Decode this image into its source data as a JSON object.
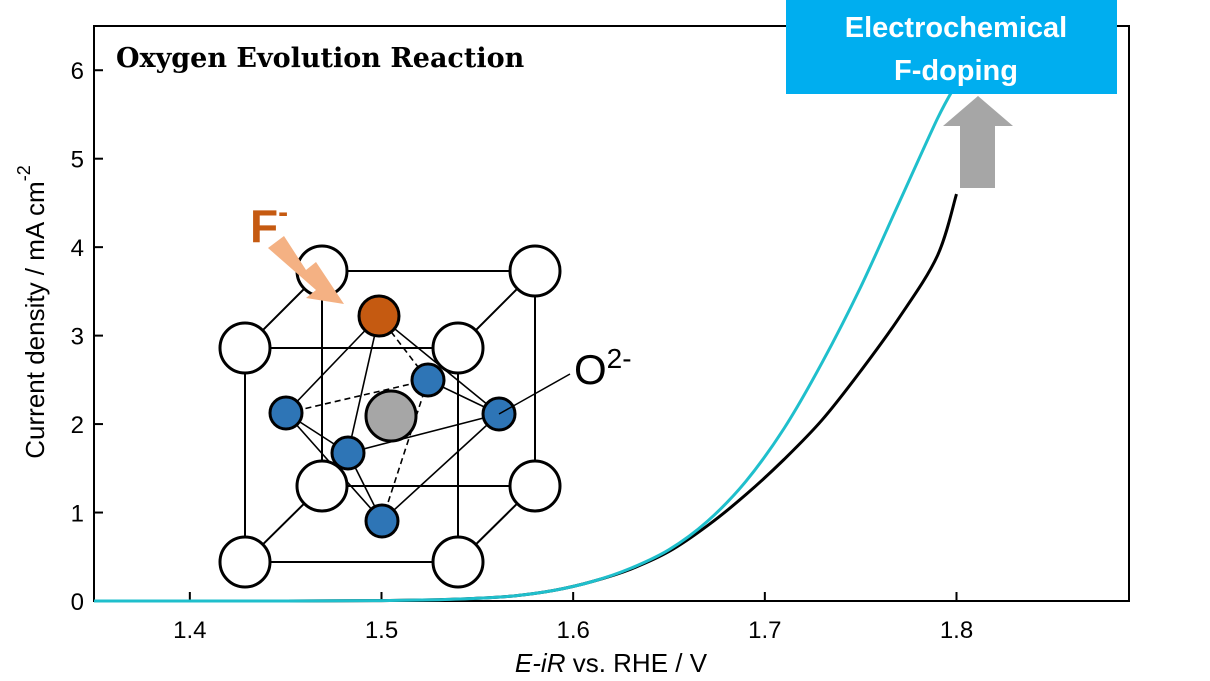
{
  "chart_data": {
    "type": "line",
    "title": "Oxygen Evolution Reaction",
    "xlabel_italic": "E-iR",
    "xlabel_rest": " vs. RHE / V",
    "ylabel": "Current density / mA cm",
    "ylabel_sup": "-2",
    "xlim": [
      1.35,
      1.89
    ],
    "ylim": [
      0,
      6.5
    ],
    "xticks": [
      1.4,
      1.5,
      1.6,
      1.7,
      1.8
    ],
    "xtick_labels": [
      "1.4",
      "1.5",
      "1.6",
      "1.7",
      "1.8"
    ],
    "yticks": [
      0,
      1,
      2,
      3,
      4,
      5,
      6
    ],
    "ytick_labels": [
      "0",
      "1",
      "2",
      "3",
      "4",
      "5",
      "6"
    ],
    "grid": false,
    "series": [
      {
        "color": "#000000",
        "x": [
          1.35,
          1.45,
          1.5,
          1.53,
          1.55,
          1.57,
          1.59,
          1.61,
          1.63,
          1.65,
          1.67,
          1.69,
          1.71,
          1.73,
          1.75,
          1.77,
          1.79,
          1.8
        ],
        "y": [
          0,
          0,
          0.005,
          0.015,
          0.03,
          0.06,
          0.12,
          0.22,
          0.36,
          0.56,
          0.85,
          1.2,
          1.6,
          2.05,
          2.6,
          3.2,
          3.9,
          4.6
        ]
      },
      {
        "color": "#1fbfcc",
        "x": [
          1.35,
          1.45,
          1.5,
          1.53,
          1.55,
          1.57,
          1.59,
          1.61,
          1.63,
          1.65,
          1.67,
          1.69,
          1.71,
          1.73,
          1.75,
          1.77,
          1.79,
          1.8
        ],
        "y": [
          0,
          0,
          0.005,
          0.015,
          0.03,
          0.06,
          0.12,
          0.22,
          0.37,
          0.58,
          0.9,
          1.35,
          1.95,
          2.7,
          3.55,
          4.5,
          5.45,
          5.85
        ]
      }
    ]
  },
  "callout": {
    "line1": "Electrochemical",
    "line2": "F-doping",
    "box_color": "#00aeef",
    "arrow_color": "#a6a6a6"
  },
  "inset": {
    "dopant_label": "F",
    "dopant_sup": "-",
    "dopant_color": "#c55a11",
    "arrow_color": "#f4b183",
    "oxygen_label": "O",
    "oxygen_sup": "2-",
    "oxygen_color": "#2e75b6",
    "center_color": "#a6a6a6"
  }
}
